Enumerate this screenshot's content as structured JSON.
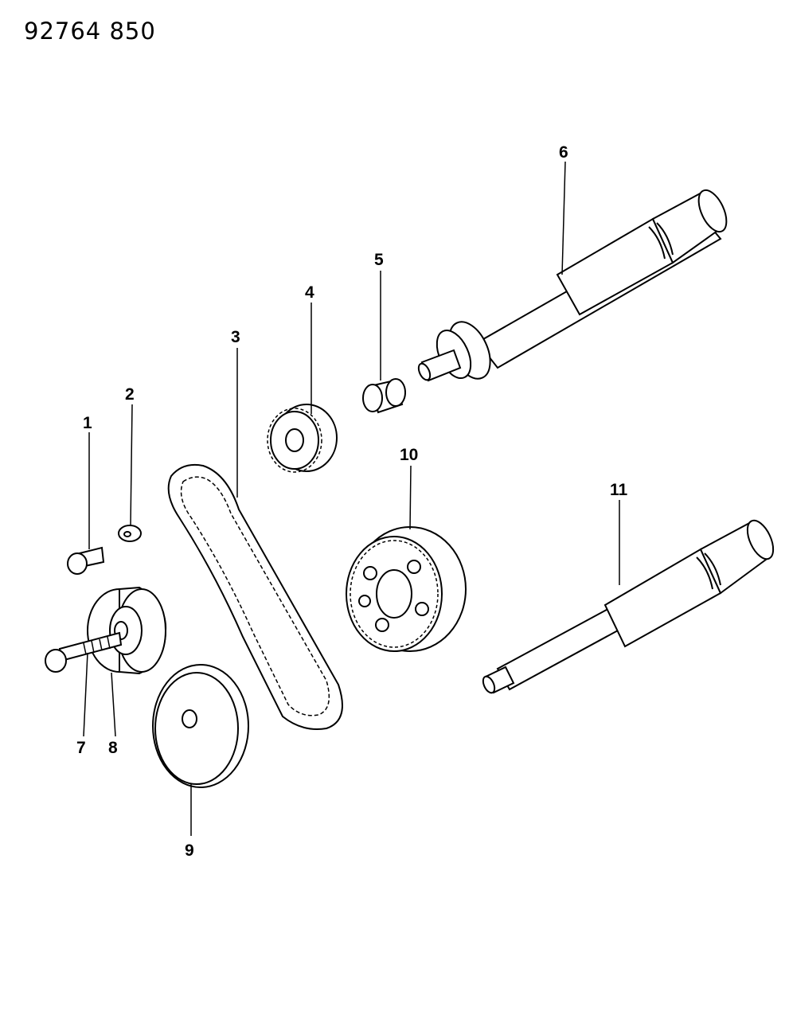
{
  "header": {
    "catalog_code": "92764  850"
  },
  "callouts": {
    "c1": "1",
    "c2": "2",
    "c3": "3",
    "c4": "4",
    "c5": "5",
    "c6": "6",
    "c7": "7",
    "c8": "8",
    "c9": "9",
    "c10": "10",
    "c11": "11"
  }
}
